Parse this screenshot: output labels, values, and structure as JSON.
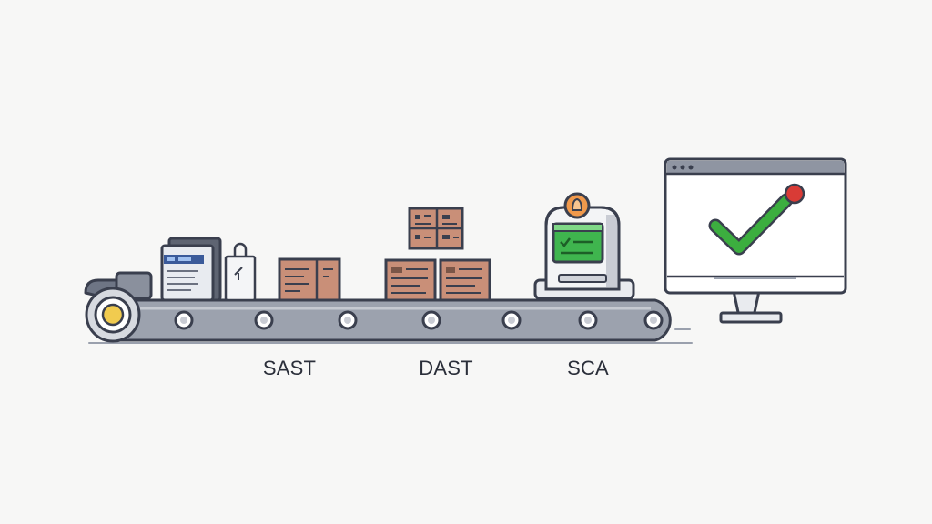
{
  "stages": [
    {
      "label": "SAST"
    },
    {
      "label": "DAST"
    },
    {
      "label": "SCA"
    }
  ],
  "icons": {
    "scanner": "scanner-machine-icon",
    "monitor": "monitor-icon",
    "check": "checkmark-icon",
    "alert": "alert-dot-icon"
  },
  "colors": {
    "outline": "#3a3f4e",
    "belt": "#9aa0ad",
    "box": "#c98f78",
    "screen_green": "#3fb54e",
    "check_green": "#3cae3f",
    "alert_red": "#d93b36",
    "wheel_yellow": "#f1cb4f",
    "badge_orange": "#f0994c"
  }
}
